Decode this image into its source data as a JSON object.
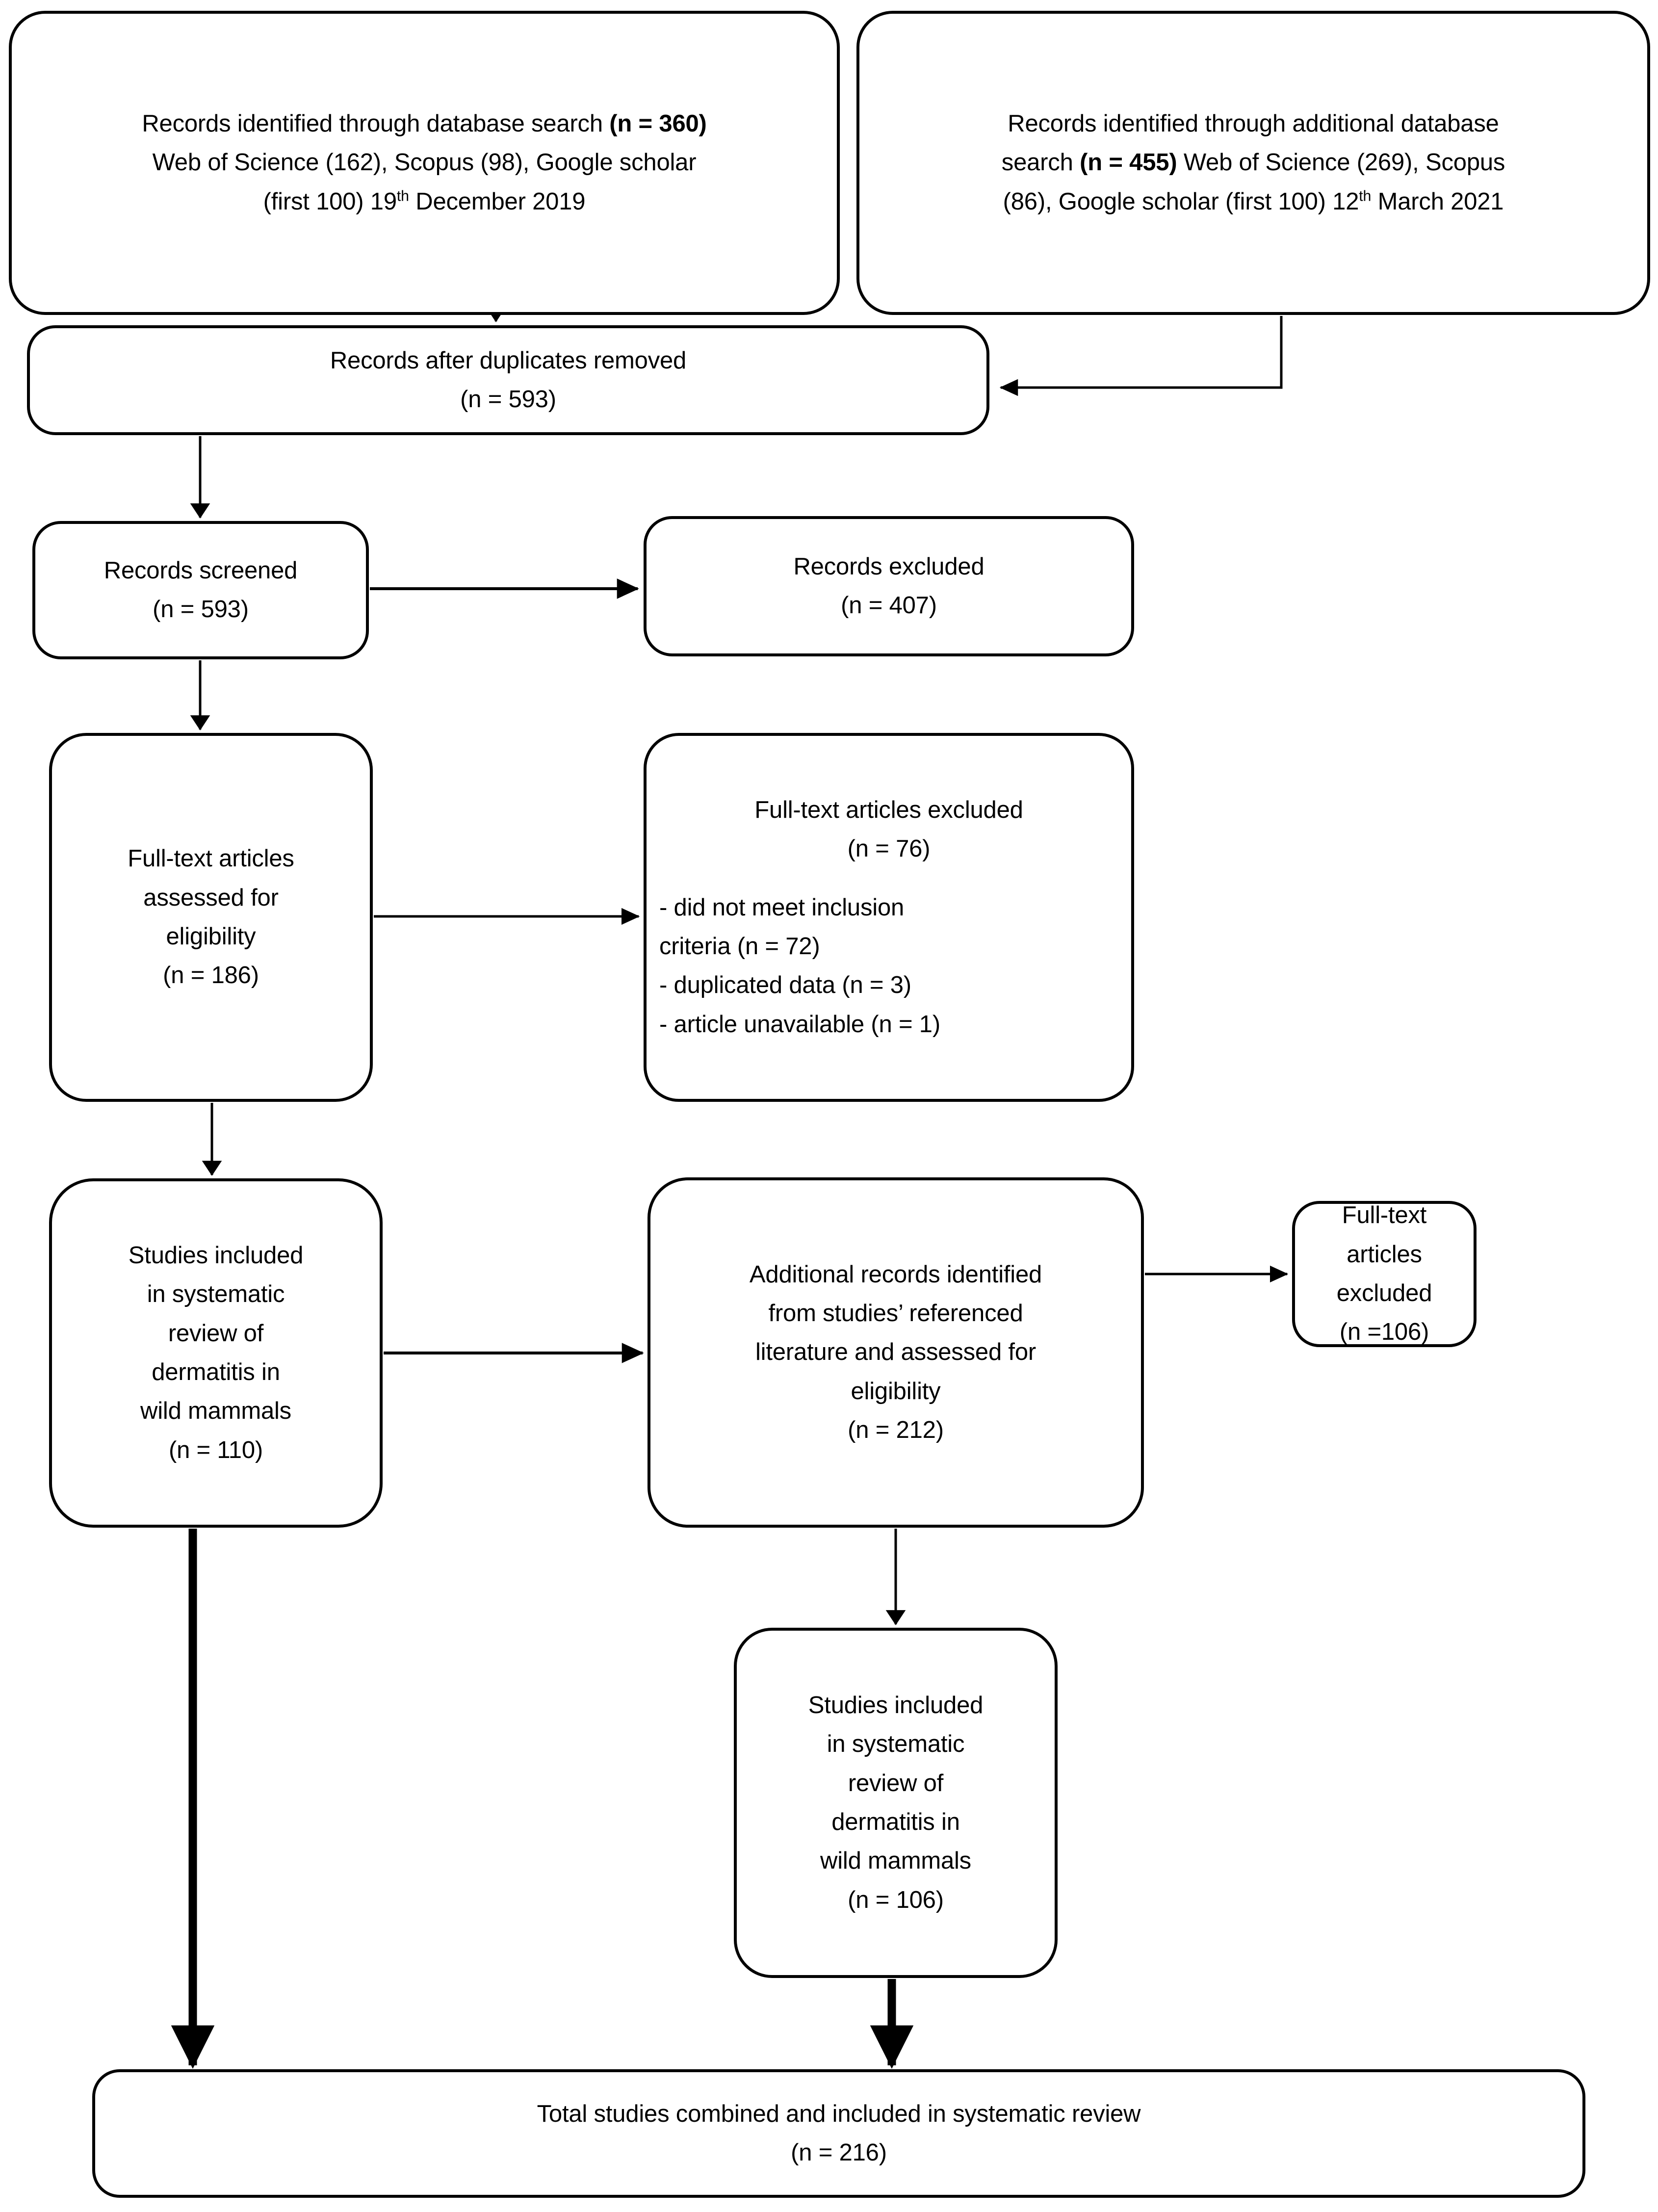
{
  "diagram": {
    "type": "prisma-flow-diagram",
    "title": "PRISMA study selection flow diagram",
    "colors": {
      "stroke": "#000000",
      "fill": "#ffffff",
      "text": "#000000"
    }
  },
  "nodes": {
    "db_search_1": {
      "id": "records-identified-database-search",
      "lines": [
        "Records identified through database search (n = 360)",
        "Web of Science (162), Scopus (98), Google scholar",
        "(first 100) 19th December 2019"
      ],
      "line1_prefix": "Records identified through database search ",
      "line1_bold": "(n = 360)",
      "line2": "Web of Science (162), Scopus (98), Google scholar",
      "line3_pre": "(first 100) 19",
      "line3_sup": "th",
      "line3_post": " December 2019",
      "n": 360,
      "sources": {
        "web_of_science": 162,
        "scopus": 98,
        "google_scholar": "first 100"
      },
      "date": "19th December 2019"
    },
    "db_search_2": {
      "id": "records-identified-additional-database-search",
      "line1": "Records identified through additional database",
      "line2_pre": "search ",
      "line2_bold": "(n = 455)",
      "line2_post": " Web of Science (269), Scopus",
      "line3_pre": "(86), Google scholar (first 100) 12",
      "line3_sup": "th",
      "line3_post": " March 2021",
      "n": 455,
      "sources": {
        "web_of_science": 269,
        "scopus": 86,
        "google_scholar": "first 100"
      },
      "date": "12th March 2021"
    },
    "duplicates_removed": {
      "id": "records-after-duplicates-removed",
      "label": "Records after duplicates removed",
      "count": "(n = 593)",
      "n": 593
    },
    "records_screened": {
      "id": "records-screened",
      "label": "Records screened",
      "count": "(n = 593)",
      "n": 593
    },
    "records_excluded": {
      "id": "records-excluded",
      "label": "Records excluded",
      "count": "(n = 407)",
      "n": 407
    },
    "fulltext_assessed": {
      "id": "full-text-articles-assessed-for-eligibility",
      "line1": "Full-text articles",
      "line2": "assessed for",
      "line3": "eligibility",
      "count": "(n = 186)",
      "n": 186
    },
    "fulltext_excluded": {
      "id": "full-text-articles-excluded",
      "label": "Full-text articles excluded",
      "count": "(n = 76)",
      "n": 76,
      "reasons": [
        "- did not meet inclusion",
        "criteria (n = 72)",
        "- duplicated data (n = 3)",
        "- article unavailable (n = 1)"
      ],
      "reason_values": {
        "did_not_meet_inclusion_criteria": 72,
        "duplicated_data": 3,
        "article_unavailable": 1
      }
    },
    "included_110": {
      "id": "studies-included-systematic-review-110",
      "line1": "Studies included",
      "line2": "in systematic",
      "line3": "review of",
      "line4": "dermatitis in",
      "line5": "wild mammals",
      "count": "(n = 110)",
      "n": 110
    },
    "additional_records": {
      "id": "additional-records-identified-from-references",
      "line1": "Additional records identified",
      "line2": "from studies’ referenced",
      "line3": "literature and assessed for",
      "line4": "eligibility",
      "count": "(n = 212)",
      "n": 212
    },
    "fulltext_excluded_106": {
      "id": "full-text-articles-excluded-106",
      "line1": "Full-text",
      "line2": "articles",
      "line3": "excluded",
      "count": "(n =106)",
      "n": 106
    },
    "included_106": {
      "id": "studies-included-systematic-review-106",
      "line1": "Studies included",
      "line2": "in systematic",
      "line3": "review of",
      "line4": "dermatitis in",
      "line5": "wild mammals",
      "count": "(n = 106)",
      "n": 106
    },
    "total": {
      "id": "total-studies-combined",
      "label": "Total studies combined and included in systematic review",
      "count": "(n = 216)",
      "n": 216
    }
  },
  "connectors": [
    {
      "name": "db1-to-duplicates",
      "from": "db_search_1",
      "to": "duplicates_removed",
      "style": "thin-down-arrow"
    },
    {
      "name": "db2-to-duplicates",
      "from": "db_search_2",
      "to": "duplicates_removed",
      "style": "thin-elbow-left-arrow"
    },
    {
      "name": "duplicates-to-screened",
      "from": "duplicates_removed",
      "to": "records_screened",
      "style": "thin-down-arrow"
    },
    {
      "name": "screened-to-excluded",
      "from": "records_screened",
      "to": "records_excluded",
      "style": "thin-right-arrow"
    },
    {
      "name": "screened-to-fulltext",
      "from": "records_screened",
      "to": "fulltext_assessed",
      "style": "thin-down-arrow"
    },
    {
      "name": "fulltext-to-ftexcluded",
      "from": "fulltext_assessed",
      "to": "fulltext_excluded",
      "style": "thin-right-arrow"
    },
    {
      "name": "fulltext-to-included110",
      "from": "fulltext_assessed",
      "to": "included_110",
      "style": "thin-down-arrow"
    },
    {
      "name": "included110-to-additional",
      "from": "included_110",
      "to": "additional_records",
      "style": "thin-right-arrow"
    },
    {
      "name": "additional-to-ftexcluded106",
      "from": "additional_records",
      "to": "fulltext_excluded_106",
      "style": "thin-right-arrow"
    },
    {
      "name": "additional-to-included106",
      "from": "additional_records",
      "to": "included_106",
      "style": "thin-down-arrow"
    },
    {
      "name": "included110-to-total",
      "from": "included_110",
      "to": "total",
      "style": "thick-down-arrow"
    },
    {
      "name": "included106-to-total",
      "from": "included_106",
      "to": "total",
      "style": "thick-down-arrow"
    }
  ]
}
